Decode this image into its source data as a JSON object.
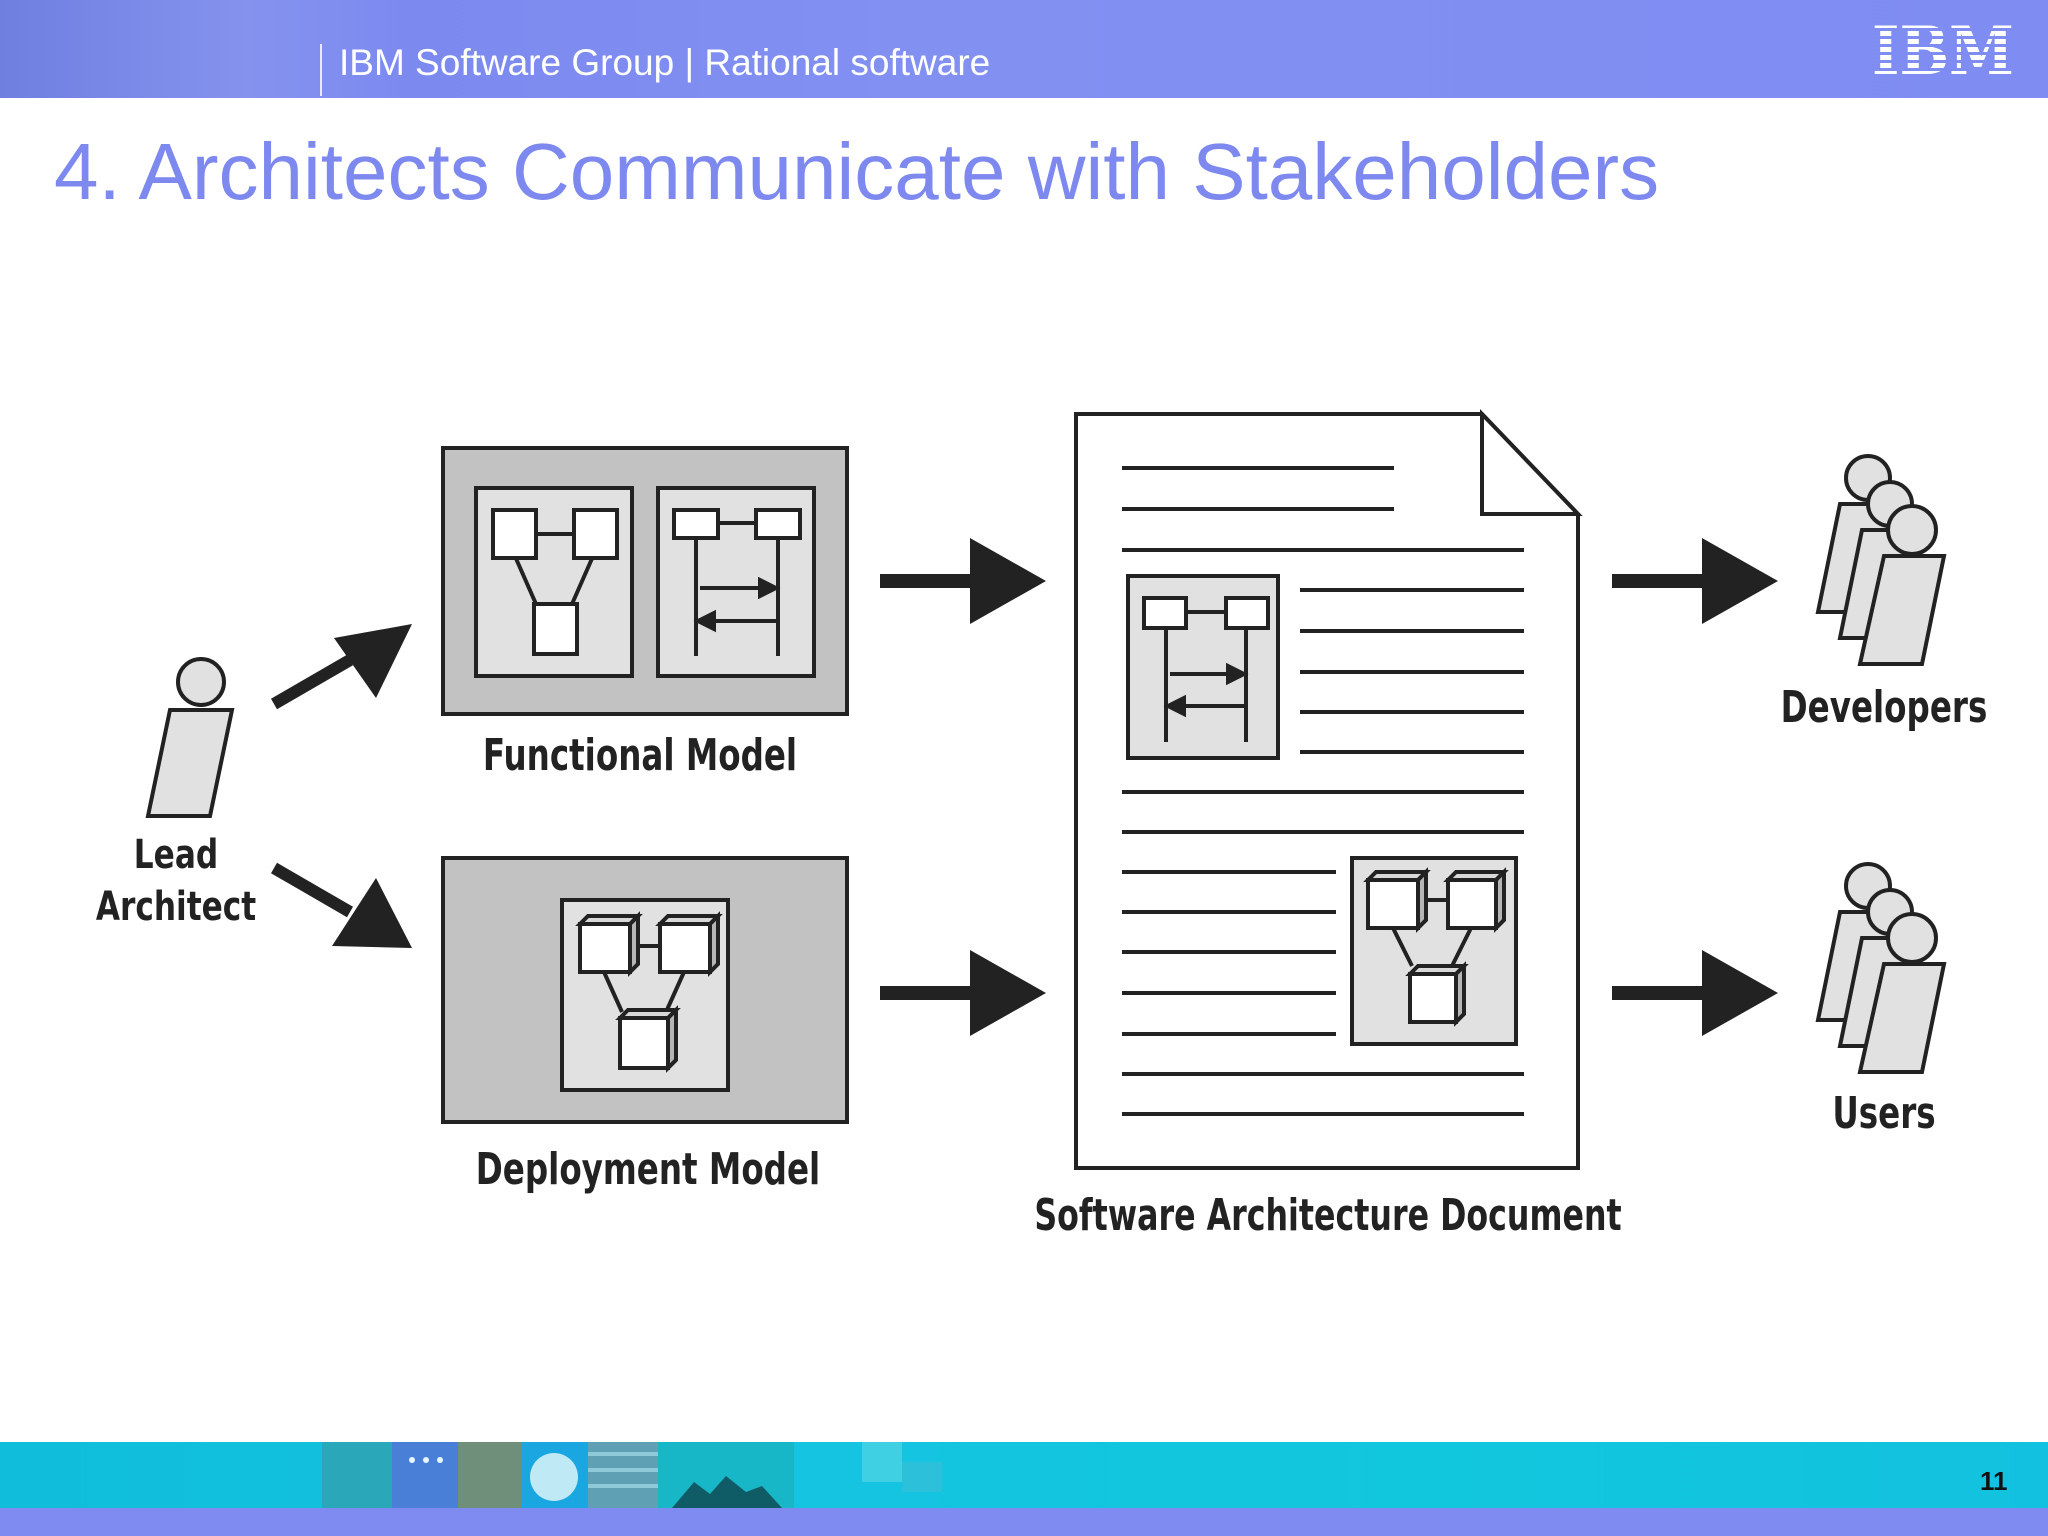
{
  "header": {
    "group_label": "IBM Software Group | Rational software",
    "logo": "IBM"
  },
  "slide": {
    "title": "4. Architects Communicate with Stakeholders",
    "page_number": "11"
  },
  "diagram": {
    "actor_lead": {
      "line1": "Lead",
      "line2": "Architect"
    },
    "functional_model_label": "Functional Model",
    "deployment_model_label": "Deployment Model",
    "document_label": "Software Architecture Document",
    "developers_label": "Developers",
    "users_label": "Users",
    "icons": [
      "person-icon",
      "people-group-icon",
      "document-icon",
      "arrow-icon"
    ]
  }
}
